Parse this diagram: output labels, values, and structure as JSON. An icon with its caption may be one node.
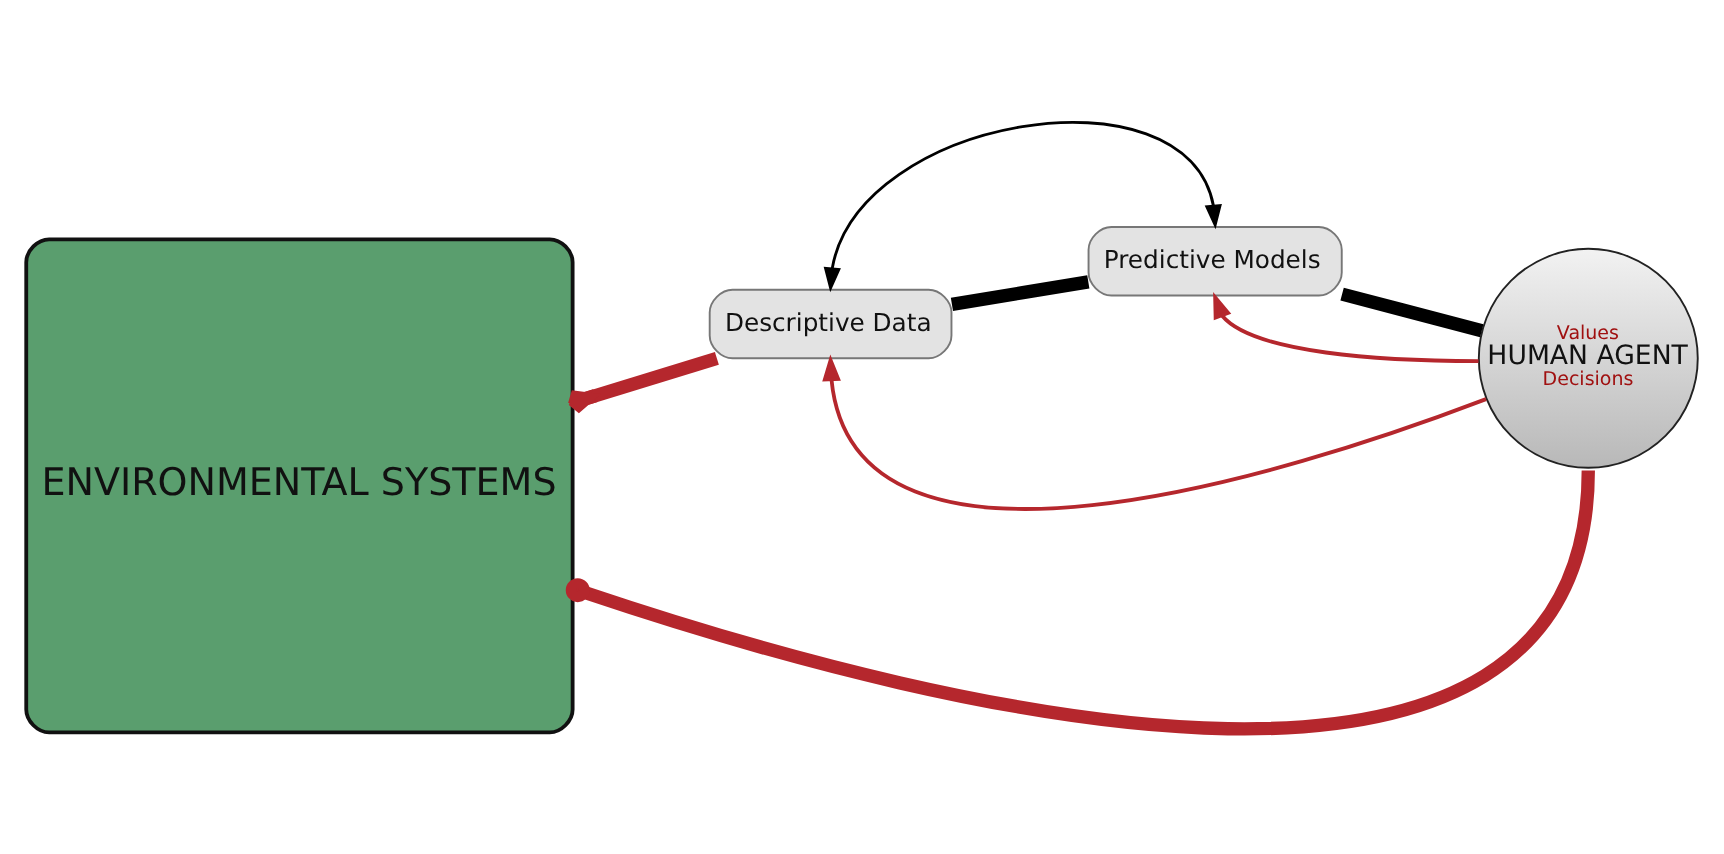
{
  "diagram": {
    "nodes": [
      {
        "text": [
          "ENVIRONMENTAL SYSTEMS"
        ]
      },
      {
        "text": [
          "Descriptive Data"
        ]
      },
      {
        "text": [
          "Predictive Models"
        ]
      },
      {
        "text": [
          "Values",
          "HUMAN AGENT",
          "Decisions"
        ]
      }
    ],
    "edges": [
      {
        "from": 0,
        "to": 1,
        "arrow": "other"
      },
      {
        "from": 1,
        "to": 2,
        "arrow": "both",
        "color": "#000000"
      },
      {
        "from": 1,
        "to": 2,
        "arrow": "none",
        "color": "#000000"
      },
      {
        "from": 2,
        "to": 3,
        "arrow": "none",
        "color": "#000000"
      },
      {
        "from": 3,
        "to": 1,
        "arrow": "to"
      },
      {
        "from": 3,
        "to": 2,
        "arrow": "to"
      },
      {
        "from": 3,
        "to": 0,
        "arrow": "other"
      }
    ]
  }
}
